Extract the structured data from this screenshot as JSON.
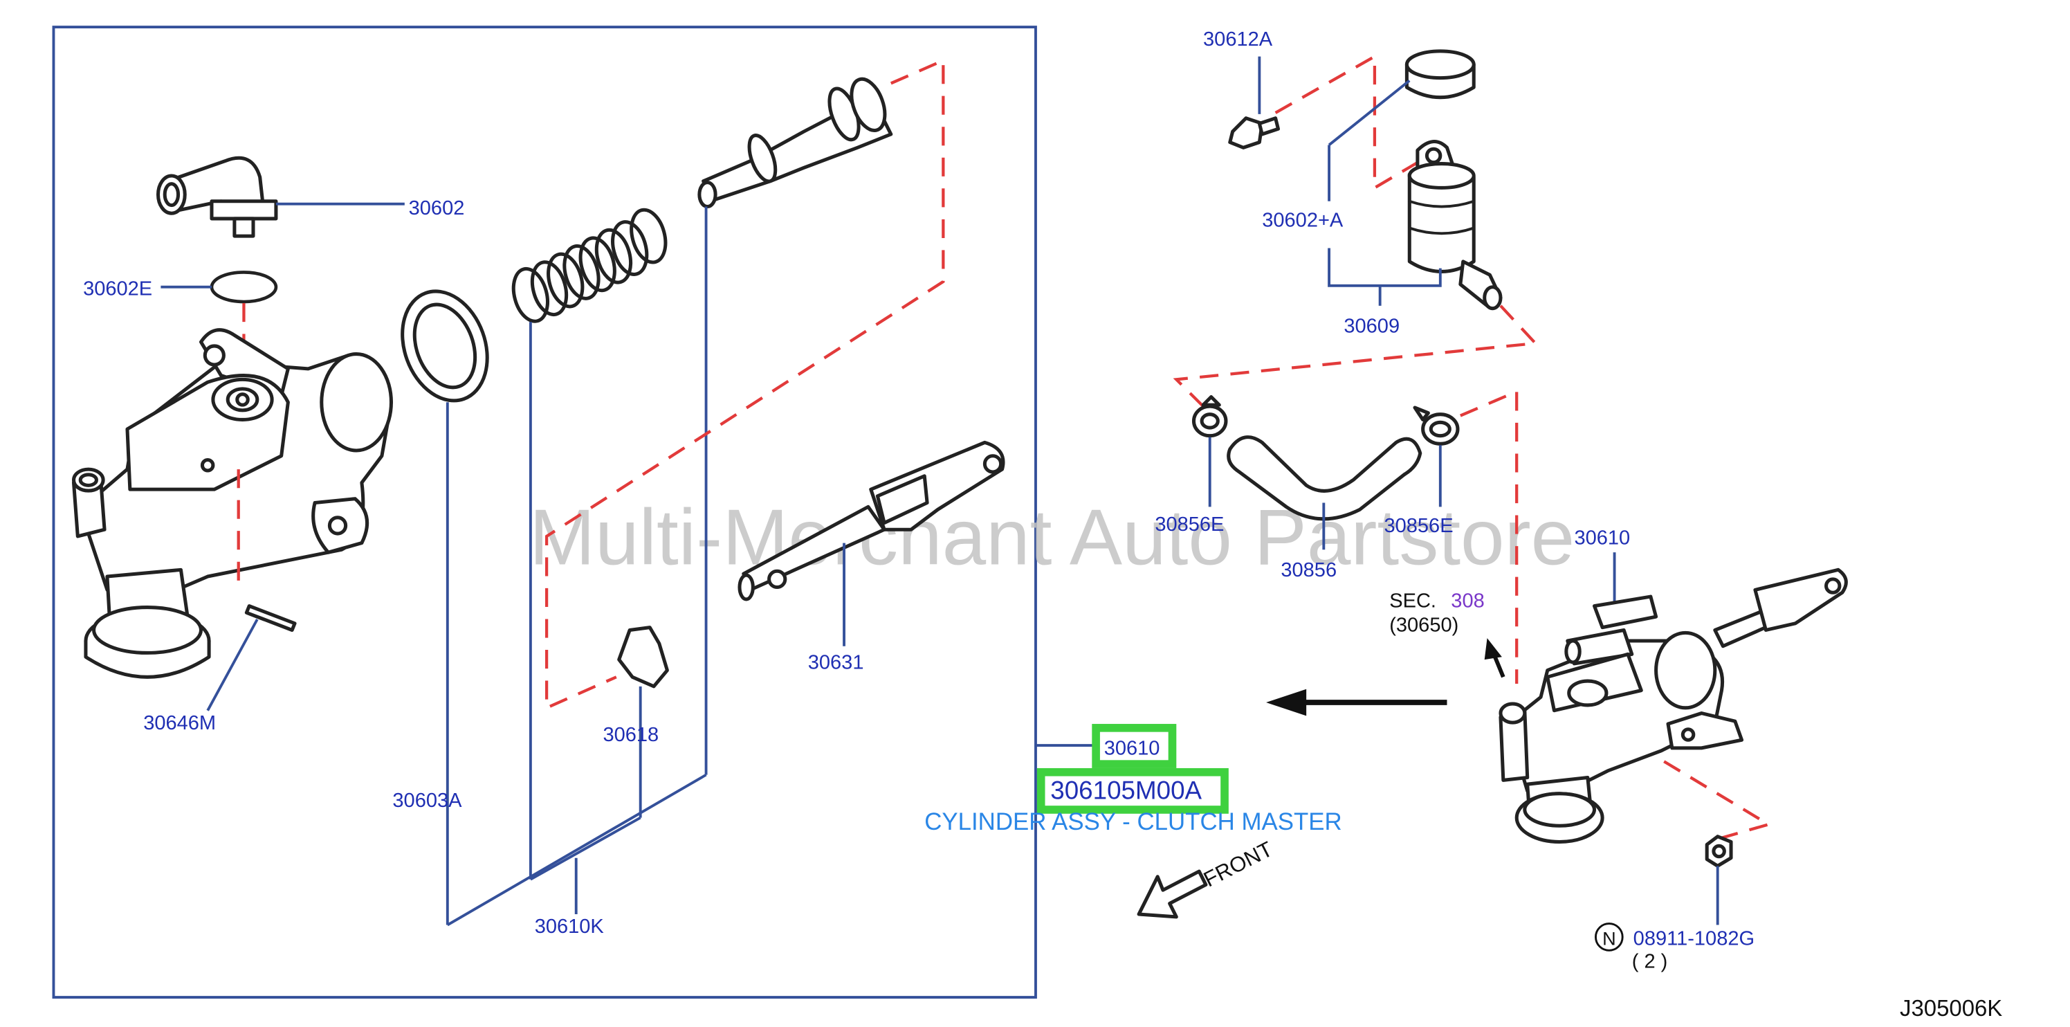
{
  "labels": {
    "l30602": "30602",
    "l30602E": "30602E",
    "l30646M": "30646M",
    "l30603A": "30603A",
    "l30610K": "30610K",
    "l30618": "30618",
    "l30631": "30631",
    "l30610": "30610",
    "l30612A": "30612A",
    "l30602A": "30602+A",
    "l30609": "30609",
    "l30856E_1": "30856E",
    "l30856E_2": "30856E",
    "l30856": "30856",
    "l30610_r": "30610",
    "l08911": "08911-1082G",
    "l08911_qty": "( 2 )",
    "n_symbol": "N"
  },
  "callout": {
    "part_ref": "30610",
    "part_number": "306105M00A",
    "description": "CYLINDER ASSY - CLUTCH MASTER"
  },
  "sec_ref": {
    "prefix": "SEC.",
    "number": "308",
    "sub": "(30650)"
  },
  "front_label": "FRONT",
  "watermark": "Multi-Merchant Auto Partstore",
  "diagram_code": "J305006K",
  "colors": {
    "label_blue": "#1f2fb3",
    "desc_blue": "#2a86e6",
    "highlight_green": "#3fd13f",
    "dash_red": "#e23a3a"
  }
}
